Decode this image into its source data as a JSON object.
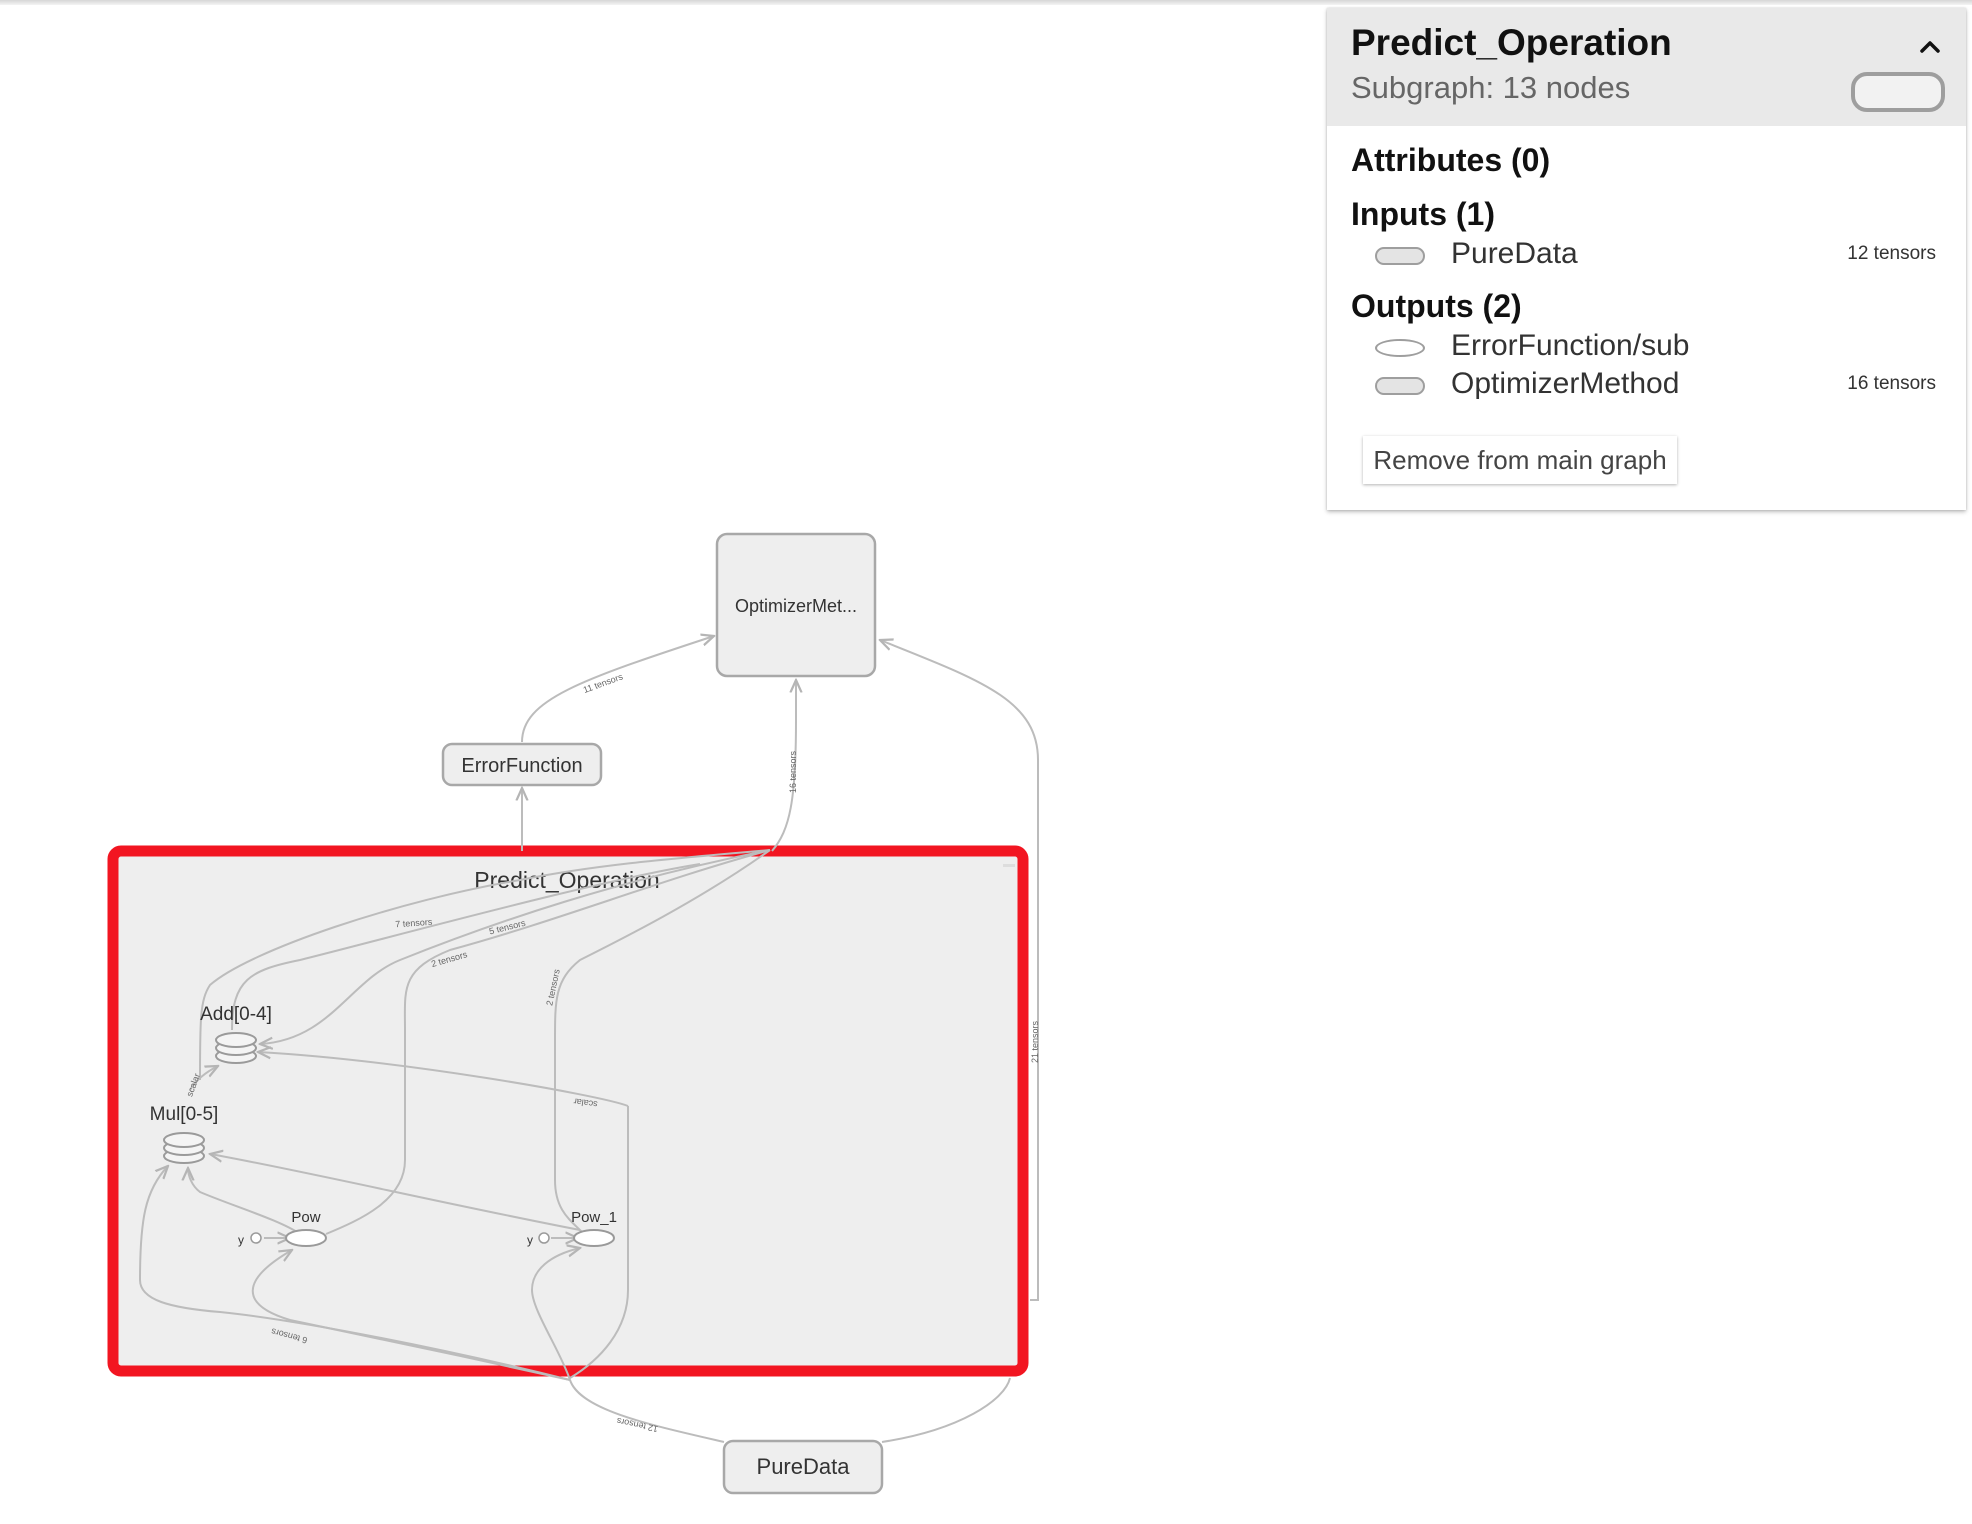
{
  "graph": {
    "nodes": {
      "optimizer": "OptimizerMet...",
      "error_function": "ErrorFunction",
      "pure_data": "PureData",
      "group_title": "Predict_Operation",
      "add": "Add[0-4]",
      "mul": "Mul[0-5]",
      "pow": "Pow",
      "pow_1": "Pow_1",
      "y_const": "y",
      "y_const_1": "y"
    },
    "edge_labels": {
      "err_to_opt": "11 tensors",
      "pred_to_opt": "16 tensors",
      "pure_to_opt": "21 tensors",
      "pred_a": "7 tensors",
      "pred_b": "5 tensors",
      "pred_c": "2 tensors",
      "pred_d": "2 tensors",
      "scalar": "scalar",
      "mul_add": "scalar",
      "bottom_6": "6 tensors",
      "pure_12": "12 tensors"
    }
  },
  "info_card": {
    "title": "Predict_Operation",
    "subtitle": "Subgraph: 13 nodes",
    "attributes_heading": "Attributes (0)",
    "inputs_heading": "Inputs (1)",
    "inputs": [
      {
        "name": "PureData",
        "count": "12 tensors",
        "shape": "rect"
      }
    ],
    "outputs_heading": "Outputs (2)",
    "outputs": [
      {
        "name": "ErrorFunction/sub",
        "count": "",
        "shape": "ellipse"
      },
      {
        "name": "OptimizerMethod",
        "count": "16 tensors",
        "shape": "rect"
      }
    ],
    "remove_button": "Remove from main graph"
  },
  "colors": {
    "highlight_border": "#f21521",
    "node_fill": "#eeeeee",
    "node_stroke": "#a8a8a8",
    "edge": "#b8b8b8",
    "header_bg": "#e9e9e9"
  },
  "icons": {
    "collapse": "chevron-up-icon",
    "stacked_op": "stack-icon"
  }
}
